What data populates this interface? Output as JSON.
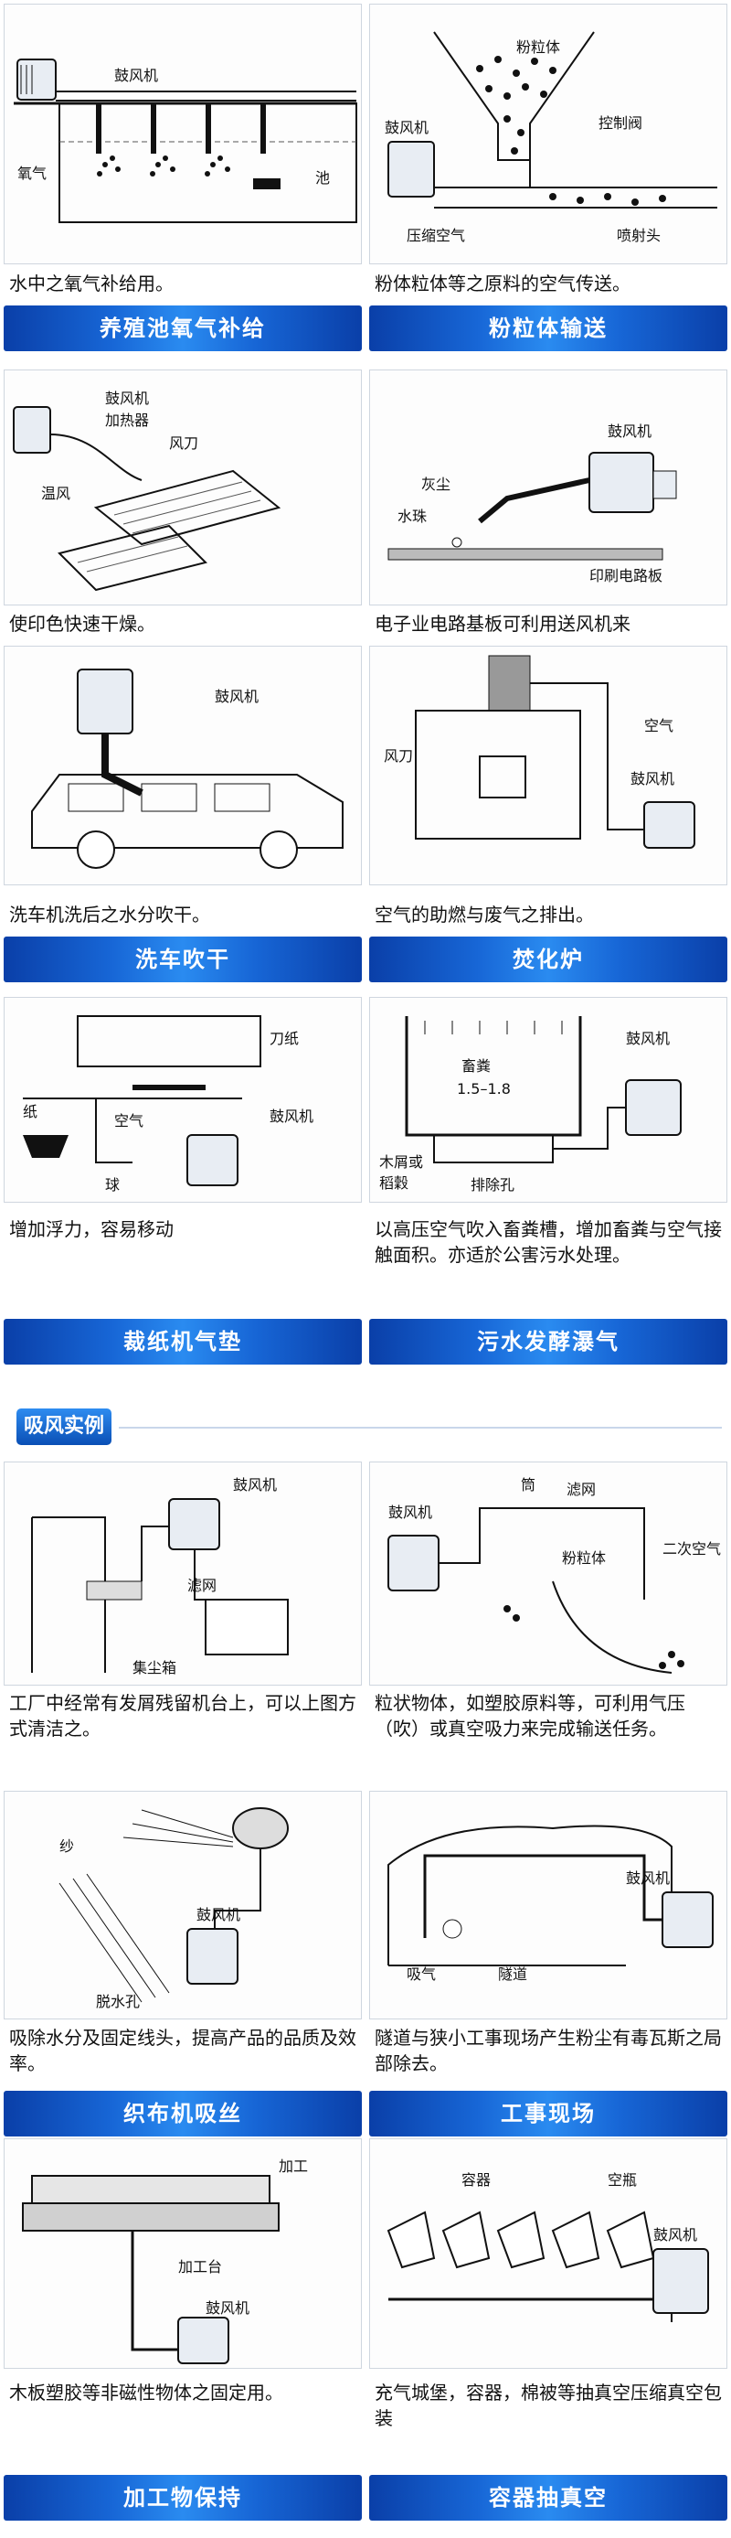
{
  "section_title": "吸风实例",
  "cards": {
    "c1": {
      "banner": "养殖池氧气补给",
      "desc": "水中之氧气补给用。",
      "labels": {
        "blower": "鼓风机",
        "oxygen": "氧气",
        "pool": "池"
      }
    },
    "c2": {
      "banner": "粉粒体输送",
      "desc": "粉体粒体等之原料的空气传送。",
      "labels": {
        "powder": "粉粒体",
        "blower": "鼓风机",
        "valve": "控制阀",
        "air": "压缩空气",
        "nozzle": "喷射头"
      }
    },
    "c3": {
      "banner": "",
      "desc": "使印色快速干燥。",
      "labels": {
        "blower": "鼓风机",
        "heater": "加热器",
        "knife": "风刀",
        "warm": "温风"
      }
    },
    "c4": {
      "banner": "",
      "desc": "电子业电路基板可利用送风机来",
      "labels": {
        "blower": "鼓风机",
        "dust": "灰尘",
        "water": "水珠",
        "pcb": "印刷电路板"
      }
    },
    "c5": {
      "banner": "洗车吹干",
      "desc": "洗车机洗后之水分吹干。",
      "labels": {
        "blower": "鼓风机"
      }
    },
    "c6": {
      "banner": "焚化炉",
      "desc": "空气的助燃与废气之排出。",
      "labels": {
        "air": "空气",
        "knife": "风刀",
        "blower": "鼓风机"
      }
    },
    "c7": {
      "banner": "裁纸机气垫",
      "desc": "增加浮力，容易移动",
      "labels": {
        "paper2": "刀纸",
        "paper": "纸",
        "air": "空气",
        "blower": "鼓风机",
        "ball": "球"
      }
    },
    "c8": {
      "banner": "污水发酵瀑气",
      "desc": "以高压空气吹入畜粪槽，增加畜粪与空气接触面积。亦适於公害污水处理。",
      "labels": {
        "blower": "鼓风机",
        "manure": "畜粪",
        "ratio": "1.5–1.8",
        "saw": "木屑或",
        "husk": "稻穀",
        "hole": "排除孔"
      }
    },
    "c9": {
      "banner": "",
      "desc": "工厂中经常有发屑残留机台上，可以上图方式清洁之。",
      "labels": {
        "blower": "鼓风机",
        "filter": "滤网",
        "box": "集尘箱"
      }
    },
    "c10": {
      "banner": "",
      "desc": "粒状物体，如塑胶原料等，可利用气压（吹）或真空吸力来完成输送任务。",
      "labels": {
        "blower": "鼓风机",
        "tube": "筒",
        "filter": "滤网",
        "powder": "粉粒体",
        "second": "二次空气"
      }
    },
    "c11": {
      "banner": "织布机吸丝",
      "desc": "吸除水分及固定线头，提高产品的品质及效率。",
      "labels": {
        "yarn": "纱",
        "blower": "鼓风机",
        "hole": "脱水孔"
      }
    },
    "c12": {
      "banner": "工事现场",
      "desc": "隧道与狭小工事现场产生粉尘有毒瓦斯之局部除去。",
      "labels": {
        "blower": "鼓风机",
        "suction": "吸气",
        "tunnel": "隧道"
      }
    },
    "c13": {
      "banner": "加工物保持",
      "desc": "木板塑胶等非磁性物体之固定用。",
      "labels": {
        "work": "加工",
        "table": "加工台",
        "blower": "鼓风机"
      }
    },
    "c14": {
      "banner": "容器抽真空",
      "desc": "充气城堡，容器，棉被等抽真空压缩真空包装",
      "labels": {
        "container": "容器",
        "bottle": "空瓶",
        "blower": "鼓风机"
      }
    }
  }
}
